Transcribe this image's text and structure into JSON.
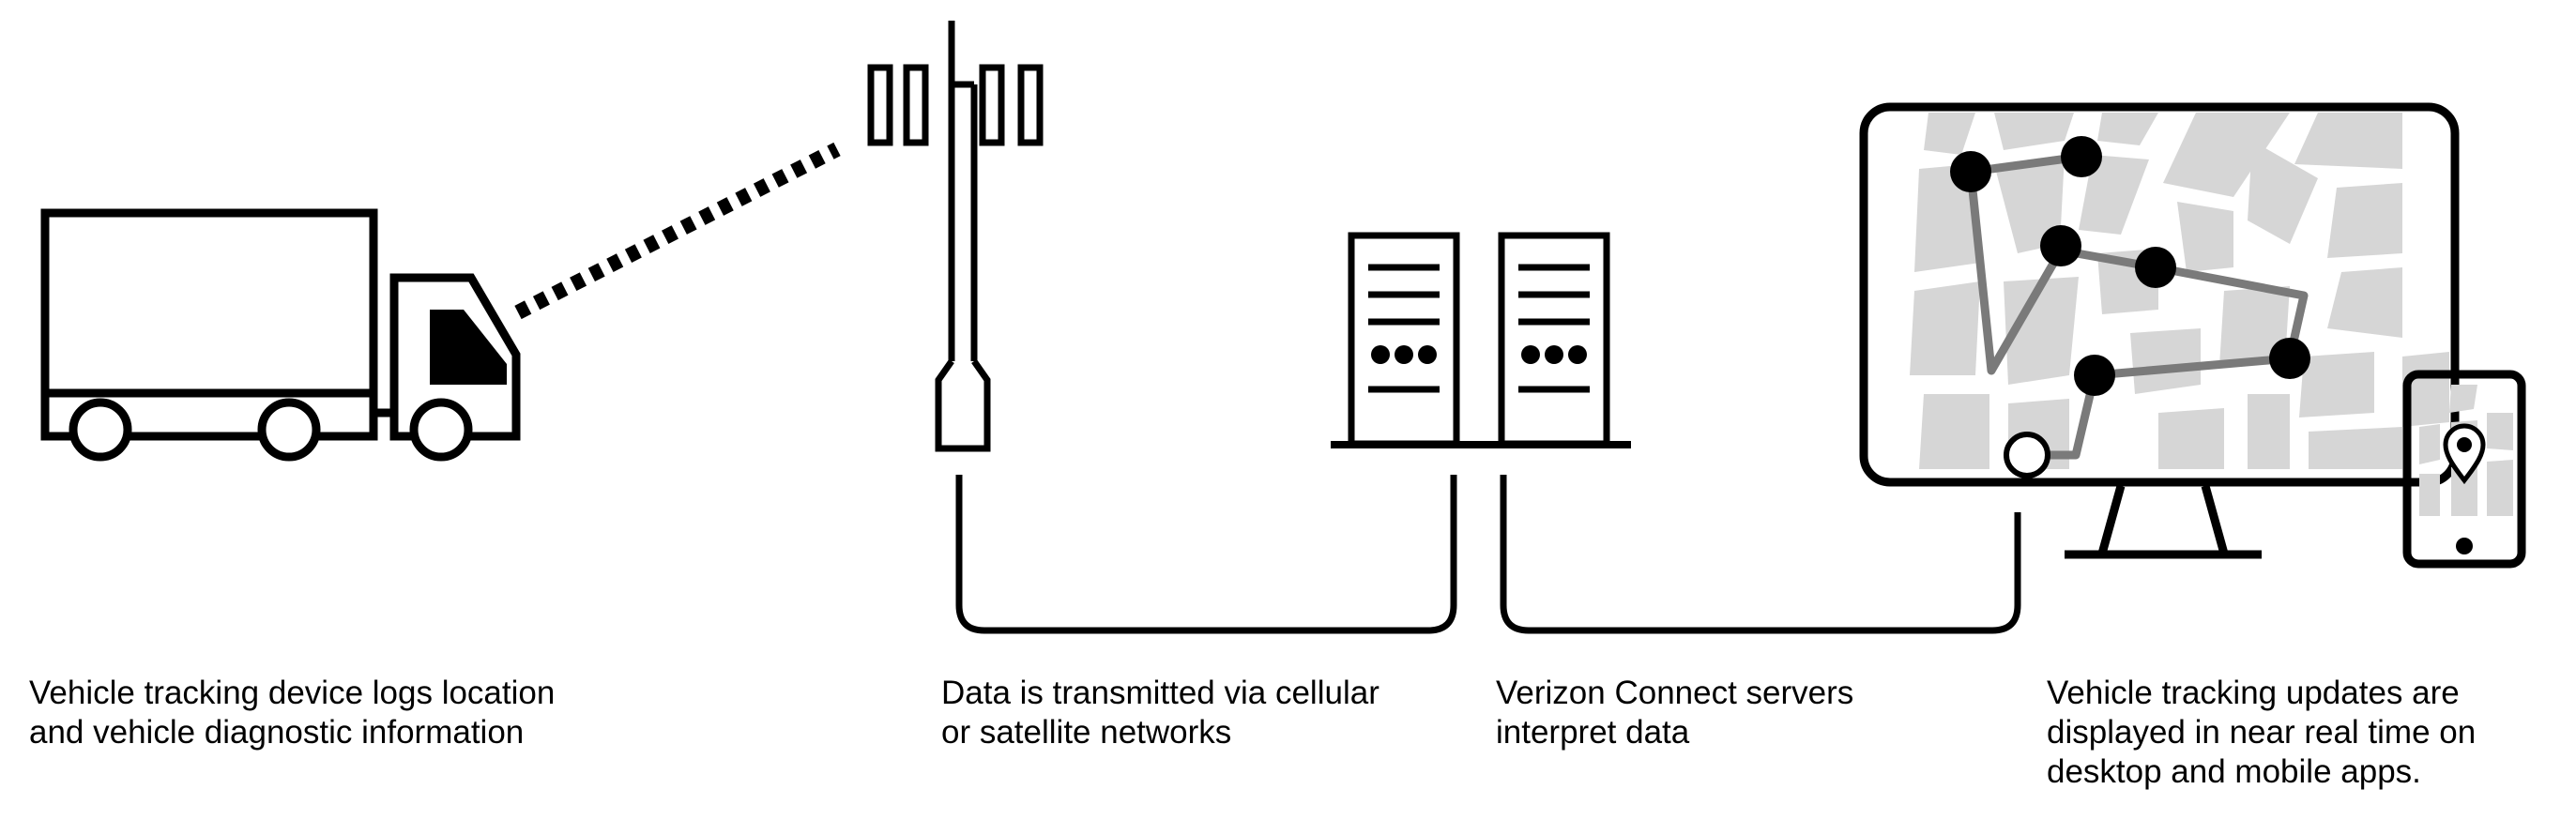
{
  "steps": [
    {
      "id": "device",
      "lines": [
        "Vehicle tracking device logs location",
        "and vehicle diagnostic information"
      ]
    },
    {
      "id": "network",
      "lines": [
        "Data is transmitted via cellular",
        "or satellite networks"
      ]
    },
    {
      "id": "servers",
      "lines": [
        "Verizon Connect servers",
        "interpret data"
      ]
    },
    {
      "id": "apps",
      "lines": [
        "Vehicle tracking updates are",
        "displayed in near real time on",
        "desktop and mobile apps."
      ]
    }
  ],
  "icons": [
    "truck-icon",
    "signal-beam-icon",
    "cell-tower-icon",
    "server-rack-icon",
    "desktop-monitor-icon",
    "map-route-icon",
    "smartphone-icon",
    "location-pin-icon"
  ],
  "colors": {
    "ink": "#000000",
    "map_block": "#d6d6d6",
    "route": "#7a7a7a",
    "background": "#ffffff"
  }
}
